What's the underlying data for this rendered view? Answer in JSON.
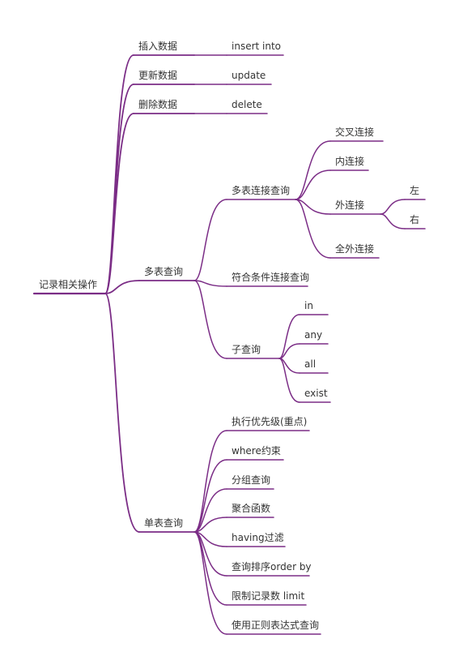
{
  "colors": {
    "branch": "#7b2d86",
    "text": "#333333",
    "background": "#ffffff"
  },
  "mindmap": {
    "root": "记录相关操作",
    "children": [
      {
        "label": "插入数据",
        "children": [
          {
            "label": "insert into"
          }
        ]
      },
      {
        "label": "更新数据",
        "children": [
          {
            "label": "update"
          }
        ]
      },
      {
        "label": "删除数据",
        "children": [
          {
            "label": "delete"
          }
        ]
      },
      {
        "label": "多表查询",
        "children": [
          {
            "label": "多表连接查询",
            "children": [
              {
                "label": "交叉连接"
              },
              {
                "label": "内连接"
              },
              {
                "label": "外连接",
                "children": [
                  {
                    "label": "左"
                  },
                  {
                    "label": "右"
                  }
                ]
              },
              {
                "label": "全外连接"
              }
            ]
          },
          {
            "label": "符合条件连接查询"
          },
          {
            "label": "子查询",
            "children": [
              {
                "label": "in"
              },
              {
                "label": "any"
              },
              {
                "label": "all"
              },
              {
                "label": "exist"
              }
            ]
          }
        ]
      },
      {
        "label": "单表查询",
        "children": [
          {
            "label": "执行优先级(重点)"
          },
          {
            "label": "where约束"
          },
          {
            "label": "分组查询"
          },
          {
            "label": "聚合函数"
          },
          {
            "label": "having过滤"
          },
          {
            "label": "查询排序order by"
          },
          {
            "label": "限制记录数 limit"
          },
          {
            "label": "使用正则表达式查询"
          }
        ]
      }
    ]
  }
}
